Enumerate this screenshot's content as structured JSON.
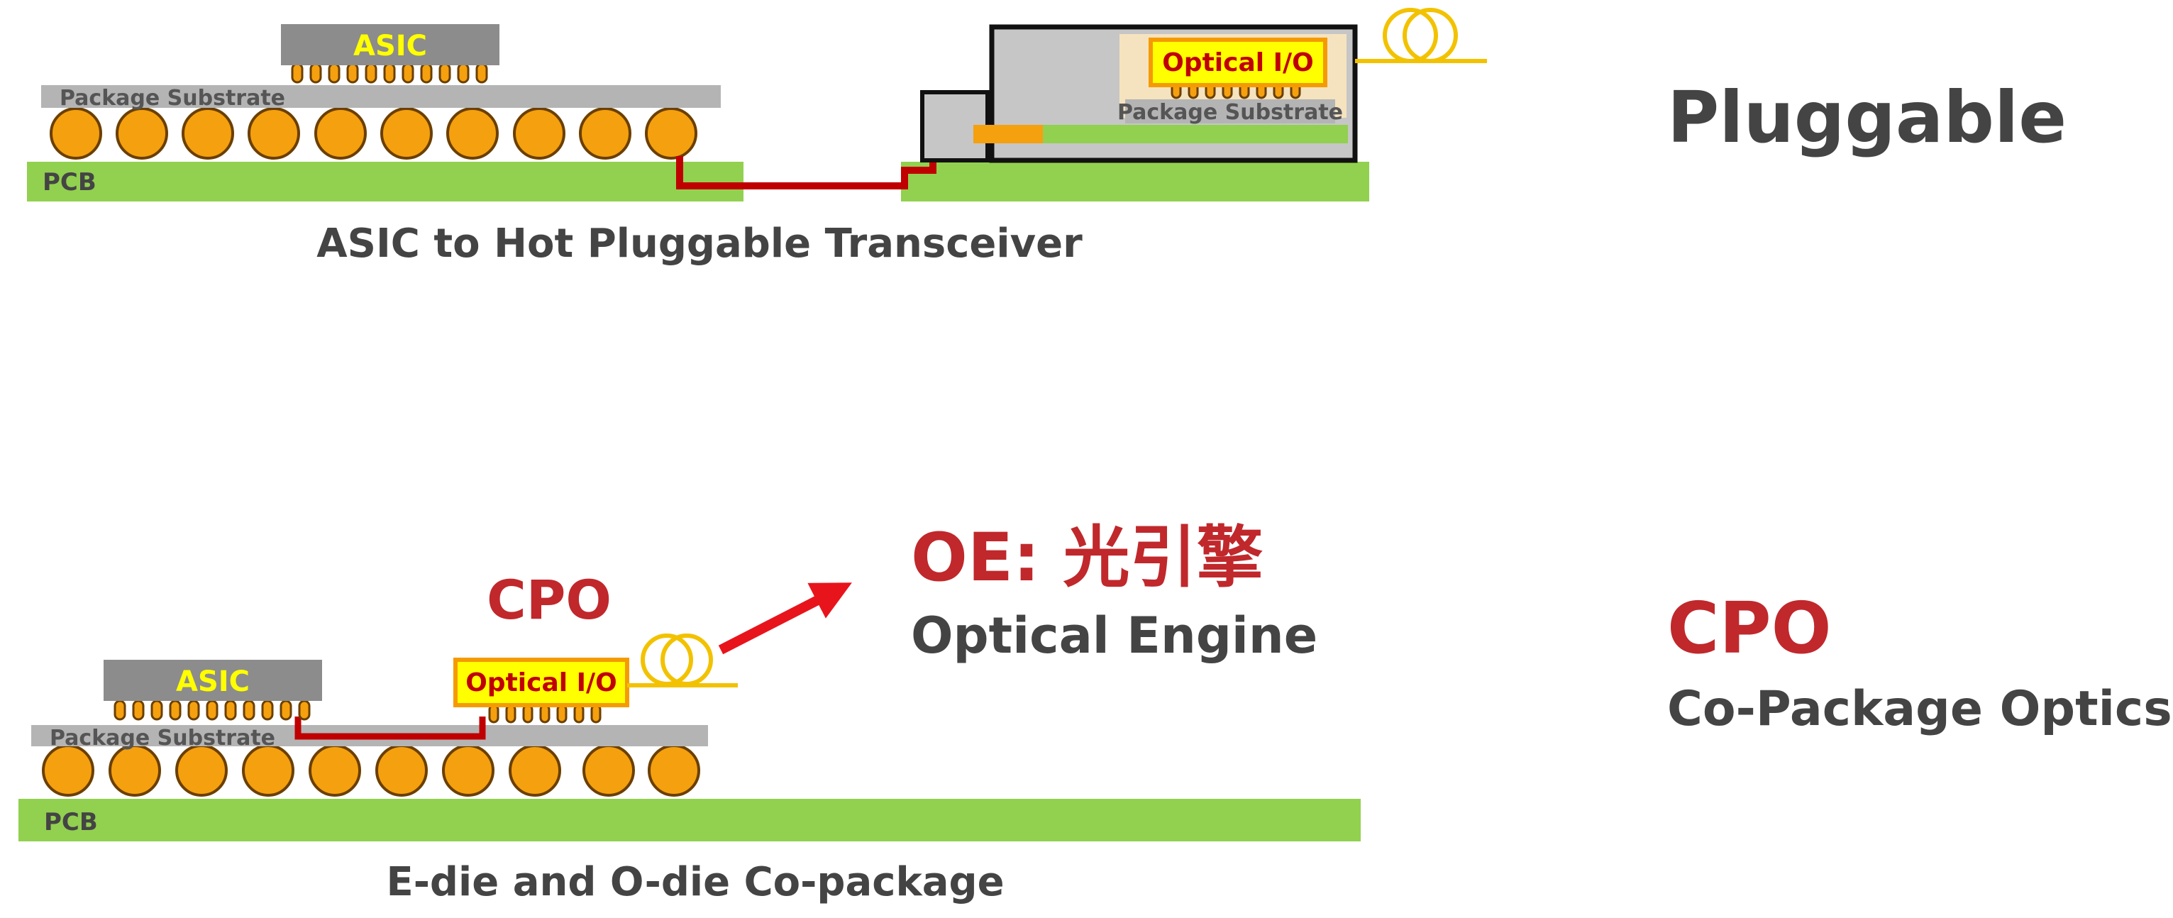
{
  "pluggable_diagram": {
    "asic_label": "ASIC",
    "substrate_label": "Package Substrate",
    "pcb_label": "PCB",
    "optical_io_label": "Optical I/O",
    "module_substrate_label": "Package Substrate",
    "caption": "ASIC to Hot Pluggable Transceiver"
  },
  "cpo_diagram": {
    "cpo_label": "CPO",
    "asic_label": "ASIC",
    "optical_io_label": "Optical I/O",
    "substrate_label": "Package Substrate",
    "pcb_label": "PCB",
    "caption": "E-die and O-die Co-package"
  },
  "optical_engine": {
    "title": "OE: 光引擎",
    "subtitle": "Optical Engine"
  },
  "right_titles": {
    "pluggable": "Pluggable",
    "cpo_title": "CPO",
    "cpo_subtitle": "Co-Package Optics"
  },
  "colors": {
    "pcb_green": "#92d050",
    "ball_orange": "#f5a00f",
    "chip_gray": "#8c8c8c",
    "substrate_gray": "#b4b4b4",
    "trace_red": "#c00000",
    "accent_red": "#c0282c",
    "label_yellow": "#ffff00",
    "text_gray": "#444444",
    "fiber_yellow": "#f2c200"
  }
}
